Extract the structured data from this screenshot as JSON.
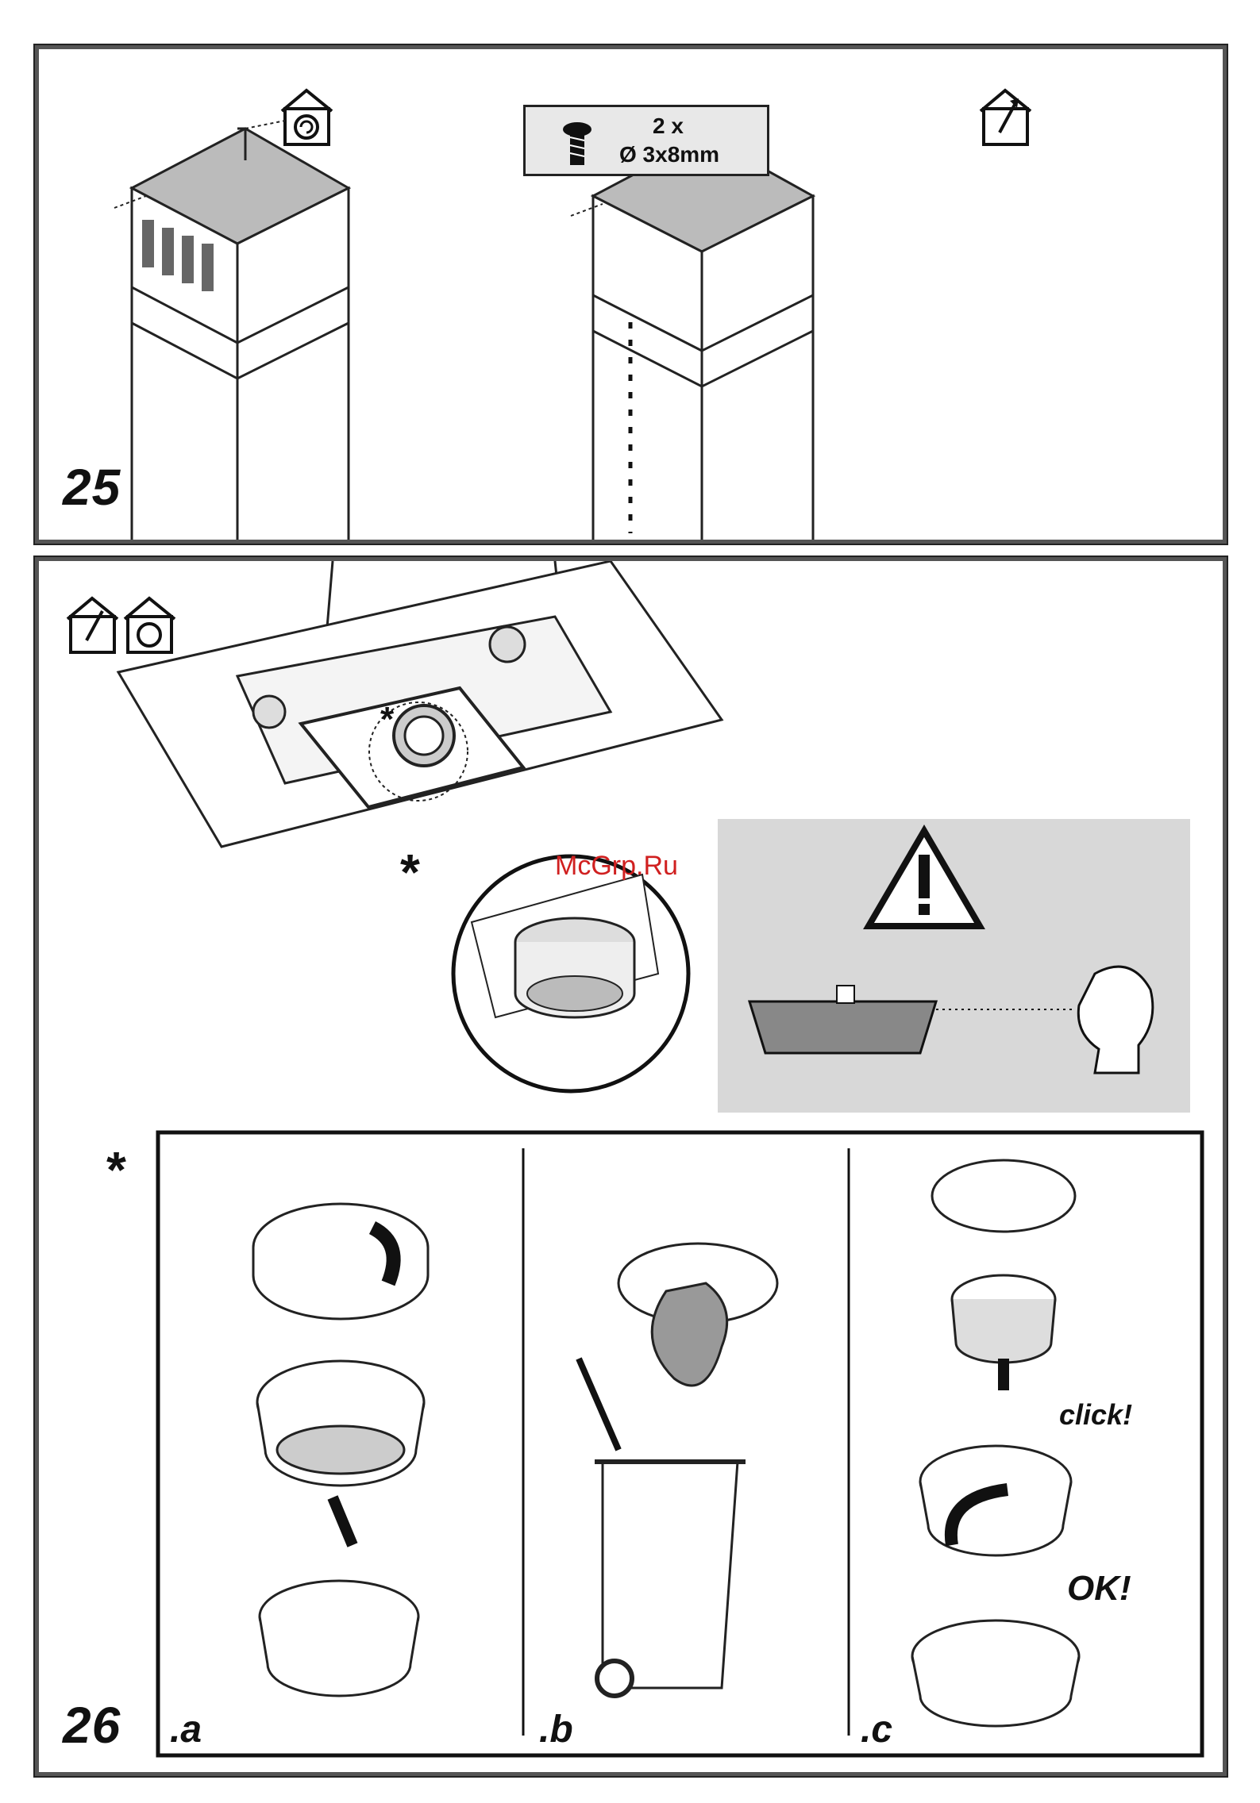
{
  "step25": {
    "number": "25",
    "screw_label": {
      "quantity": "2 x",
      "dimension": "Ø 3x8mm"
    },
    "left_icon": "recirculation-house-icon",
    "right_icon": "ducted-house-icon"
  },
  "step26": {
    "number": "26",
    "icons": [
      "ducted-house-icon",
      "recirculation-house-icon"
    ],
    "watermark": "McGrp.Ru",
    "detail_marker": "*",
    "warning_icon": "warning-triangle-icon",
    "sub_panels": [
      {
        "label": ".a"
      },
      {
        "label": ".b"
      },
      {
        "label": ".c",
        "callouts": [
          "click!",
          "OK!"
        ]
      }
    ]
  }
}
